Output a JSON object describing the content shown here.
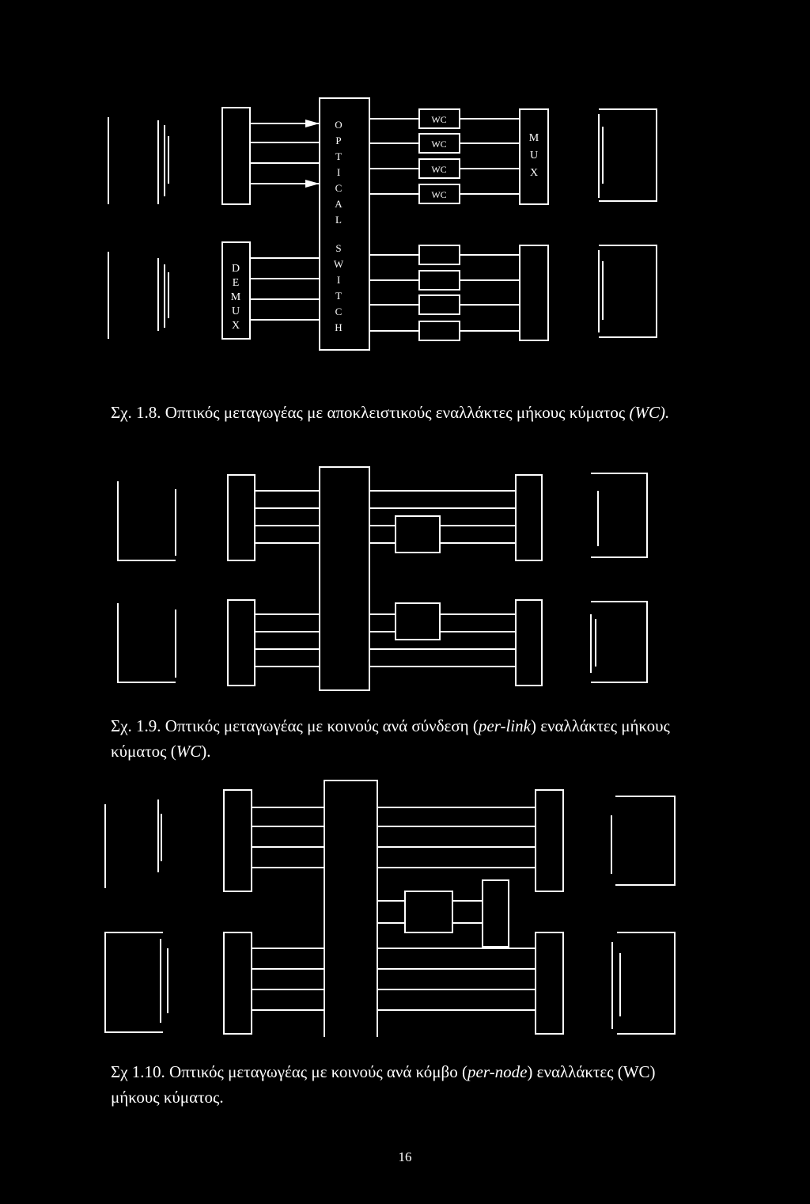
{
  "figure1": {
    "switch_letters_top": [
      "O",
      "P",
      "T",
      "I",
      "C",
      "A",
      "L"
    ],
    "switch_letters_bottom": [
      "S",
      "W",
      "I",
      "T",
      "C",
      "H"
    ],
    "demux_letters": [
      "D",
      "E",
      "M",
      "U",
      "X"
    ],
    "mux_letters": [
      "M",
      "U",
      "X"
    ],
    "converter_label": "WC",
    "caption": {
      "prefix": "Σχ. 1.8. Οπτικός μεταγωγέας με αποκλειστικούς εναλλάκτες μήκους κύματος ",
      "italic": "(WC).",
      "suffix": ""
    }
  },
  "figure2": {
    "caption": {
      "line1_prefix": "Σχ. 1.9. Οπτικός μεταγωγέας με κοινούς ανά σύνδεση (",
      "line1_italic": "per-link",
      "line1_suffix": ") εναλλάκτες μήκους",
      "line2_prefix": "κύματος (",
      "line2_italic": "WC",
      "line2_suffix": ")."
    }
  },
  "figure3": {
    "caption": {
      "line1_prefix": "Σχ 1.10. Οπτικός μεταγωγέας με κοινούς ανά κόμβο (",
      "line1_italic": "per-node",
      "line1_suffix": ") εναλλάκτες (WC)",
      "line2": "μήκους κύματος."
    }
  },
  "page_number": "16",
  "colors": {
    "background": "#000000",
    "foreground": "#ffffff"
  }
}
